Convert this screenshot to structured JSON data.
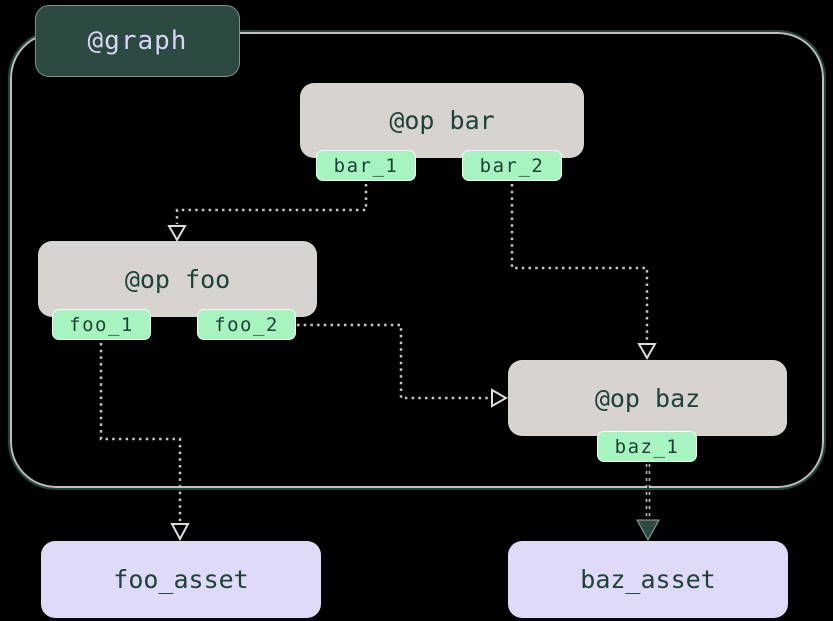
{
  "graph": {
    "label": "@graph"
  },
  "ops": [
    {
      "label": "@op bar",
      "outputs": [
        "bar_1",
        "bar_2"
      ]
    },
    {
      "label": "@op foo",
      "outputs": [
        "foo_1",
        "foo_2"
      ]
    },
    {
      "label": "@op baz",
      "outputs": [
        "baz_1"
      ]
    }
  ],
  "assets": [
    {
      "label": "foo_asset"
    },
    {
      "label": "baz_asset"
    }
  ],
  "edges": [
    {
      "from": "bar_1",
      "to": "@op foo",
      "style": "dotted-light-open-arrow"
    },
    {
      "from": "bar_2",
      "to": "@op baz",
      "style": "dotted-light-open-arrow"
    },
    {
      "from": "foo_2",
      "to": "@op baz",
      "style": "dotted-light-open-arrow"
    },
    {
      "from": "foo_1",
      "to": "foo_asset",
      "style": "dotted-light-open-arrow"
    },
    {
      "from": "baz_1",
      "to": "baz_asset",
      "style": "dotted-dark-filled-arrow"
    }
  ],
  "colors": {
    "background": "#000000",
    "graph_node_bg": "#2D4A42",
    "graph_node_text": "#D8D4F4",
    "graph_border": "#24453B",
    "op_bg": "#D7D4D0",
    "op_text": "#1E4237",
    "output_tag_bg": "#A7F4C1",
    "asset_bg": "#DFDAF8",
    "edge_light": "#C4C8C4",
    "edge_dark": "#2E4A40"
  }
}
